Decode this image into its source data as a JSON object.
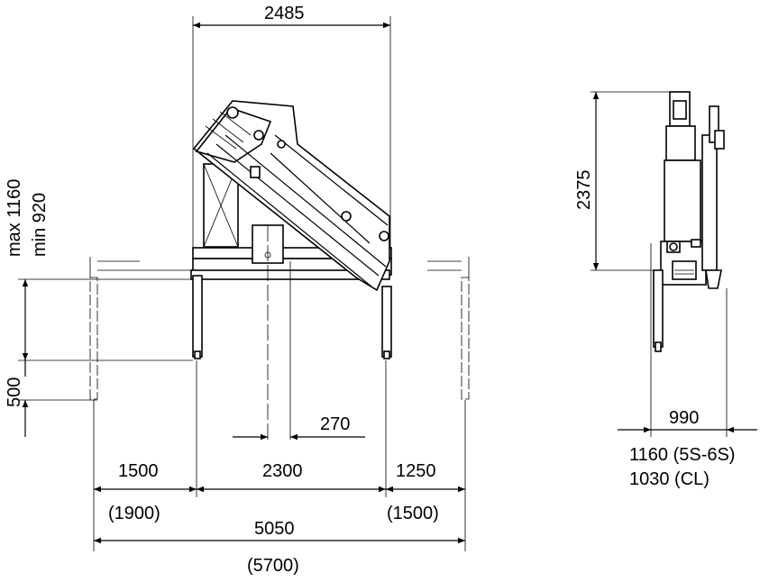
{
  "front_view": {
    "overall_width": "2485",
    "height_max": "max 1160",
    "height_min": "min 920",
    "stroke": "500",
    "offset": "270",
    "left_outrigger": "1500",
    "left_outrigger_alt": "(1900)",
    "base_width": "2300",
    "right_outrigger": "1250",
    "right_outrigger_alt": "(1500)",
    "total_span": "5050",
    "total_span_alt": "(5700)"
  },
  "side_view": {
    "height": "2375",
    "depth": "990",
    "variant_1": "1160 (5S-6S)",
    "variant_2": "1030 (CL)"
  }
}
